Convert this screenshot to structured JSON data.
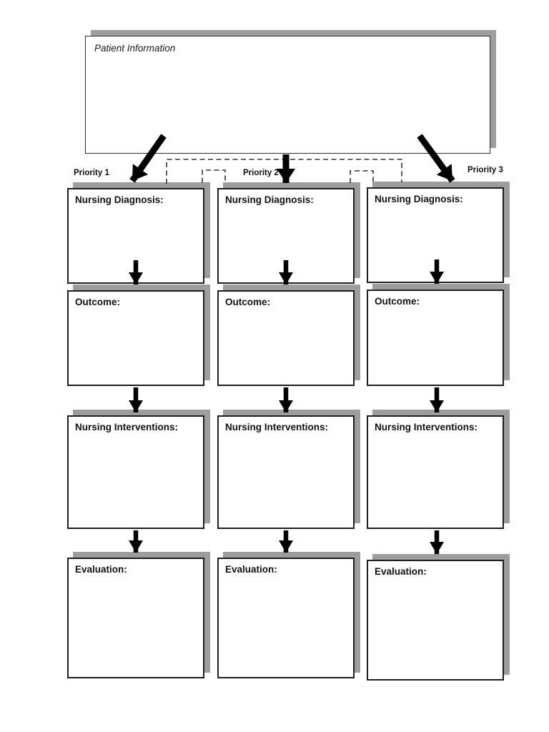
{
  "patient_info": {
    "label": "Patient Information"
  },
  "columns": [
    {
      "priority": "Priority 1",
      "diagnosis": "Nursing Diagnosis:",
      "outcome": "Outcome:",
      "interventions": "Nursing Interventions:",
      "evaluation": "Evaluation:"
    },
    {
      "priority": "Priority 2",
      "diagnosis": "Nursing Diagnosis:",
      "outcome": "Outcome:",
      "interventions": "Nursing Interventions:",
      "evaluation": "Evaluation:"
    },
    {
      "priority": "Priority 3",
      "diagnosis": "Nursing Diagnosis:",
      "outcome": "Outcome:",
      "interventions": "Nursing Interventions:",
      "evaluation": "Evaluation:"
    }
  ],
  "icons": {
    "down_arrow_icon": "solid black down arrow connector",
    "diagonal_arrow_icon": "solid black diagonal arrow connector"
  },
  "colors": {
    "background": "#ffffff",
    "box_fill": "#ffffff",
    "box_border": "#1f1f1f",
    "shadow": "#9d9d9d",
    "arrow": "#000000",
    "dashed_line": "#333333",
    "text": "#111111"
  }
}
